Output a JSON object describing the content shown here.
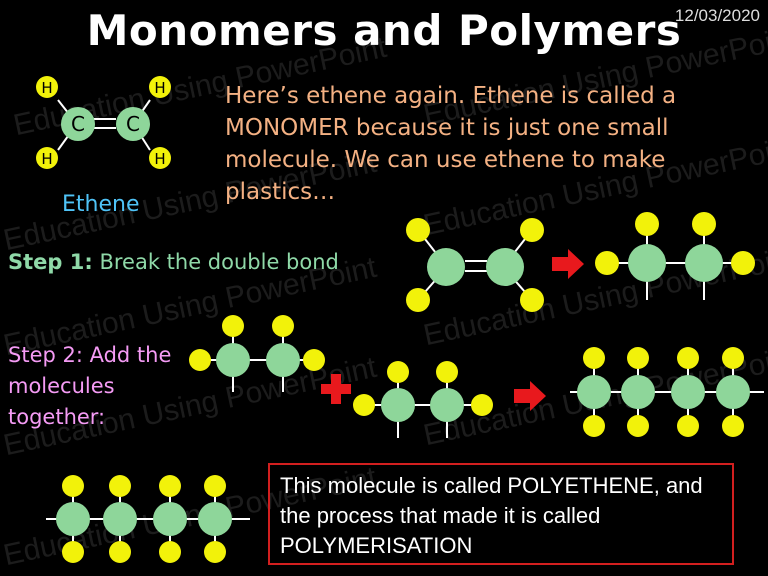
{
  "title": "Monomers and Polymers",
  "date": "12/03/2020",
  "watermark": "Education Using PowerPoint",
  "intro": "Here’s ethene again.  Ethene is called a MONOMER because it is just one small molecule.  We can use ethene to make plastics…",
  "ethene_label": "Ethene",
  "atoms": {
    "carbon": "C",
    "hydrogen": "H"
  },
  "step1": {
    "prefix": "Step 1:",
    "text": "Break the double bond"
  },
  "step2": {
    "text": "Step 2: Add the molecules together:"
  },
  "result": "This molecule is called POLYETHENE, and the process that made it is called POLYMERISATION",
  "colors": {
    "carbon": "#8ed69a",
    "hydrogen": "#f2f20a",
    "arrow": "#e8191d",
    "intro_text": "#f4b183",
    "step1_text": "#8fd9a8",
    "step2_text": "#f59bf5",
    "box_border": "#d21f1f"
  }
}
